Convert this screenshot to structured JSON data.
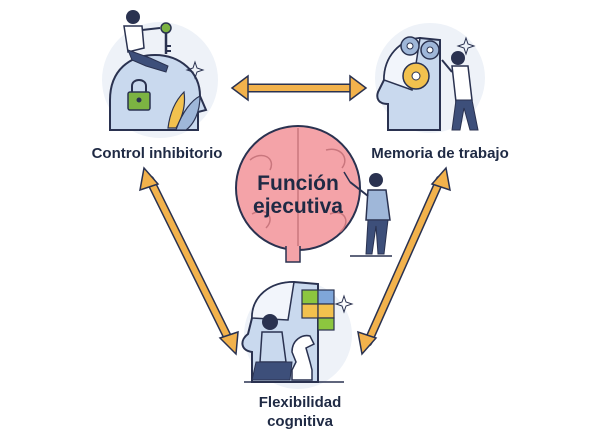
{
  "center": {
    "line1": "Función",
    "line2": "ejecutiva"
  },
  "nodes": {
    "control": "Control inhibitorio",
    "memoria": "Memoria de trabajo",
    "flex_line1": "Flexibilidad",
    "flex_line2": "cognitiva"
  },
  "colors": {
    "arrow": "#f2b24c",
    "arrow_outline": "#2a3250",
    "brain": "#f4a3a8",
    "head": "#c9d9ee",
    "head_outline": "#2a3250",
    "text": "#1f2a44",
    "gear": "#9fb7d9",
    "gear_accent": "#f2c14e",
    "puzzle_green": "#8cc63f",
    "puzzle_yellow": "#f2c14e",
    "puzzle_blue": "#7fa6d9",
    "lock": "#7cb342"
  },
  "icons": [
    "head-with-lock-icon",
    "head-with-gears-icon",
    "head-with-puzzle-icon",
    "brain-icon",
    "key-icon",
    "chess-knight-icon",
    "person-pointing-icon"
  ]
}
